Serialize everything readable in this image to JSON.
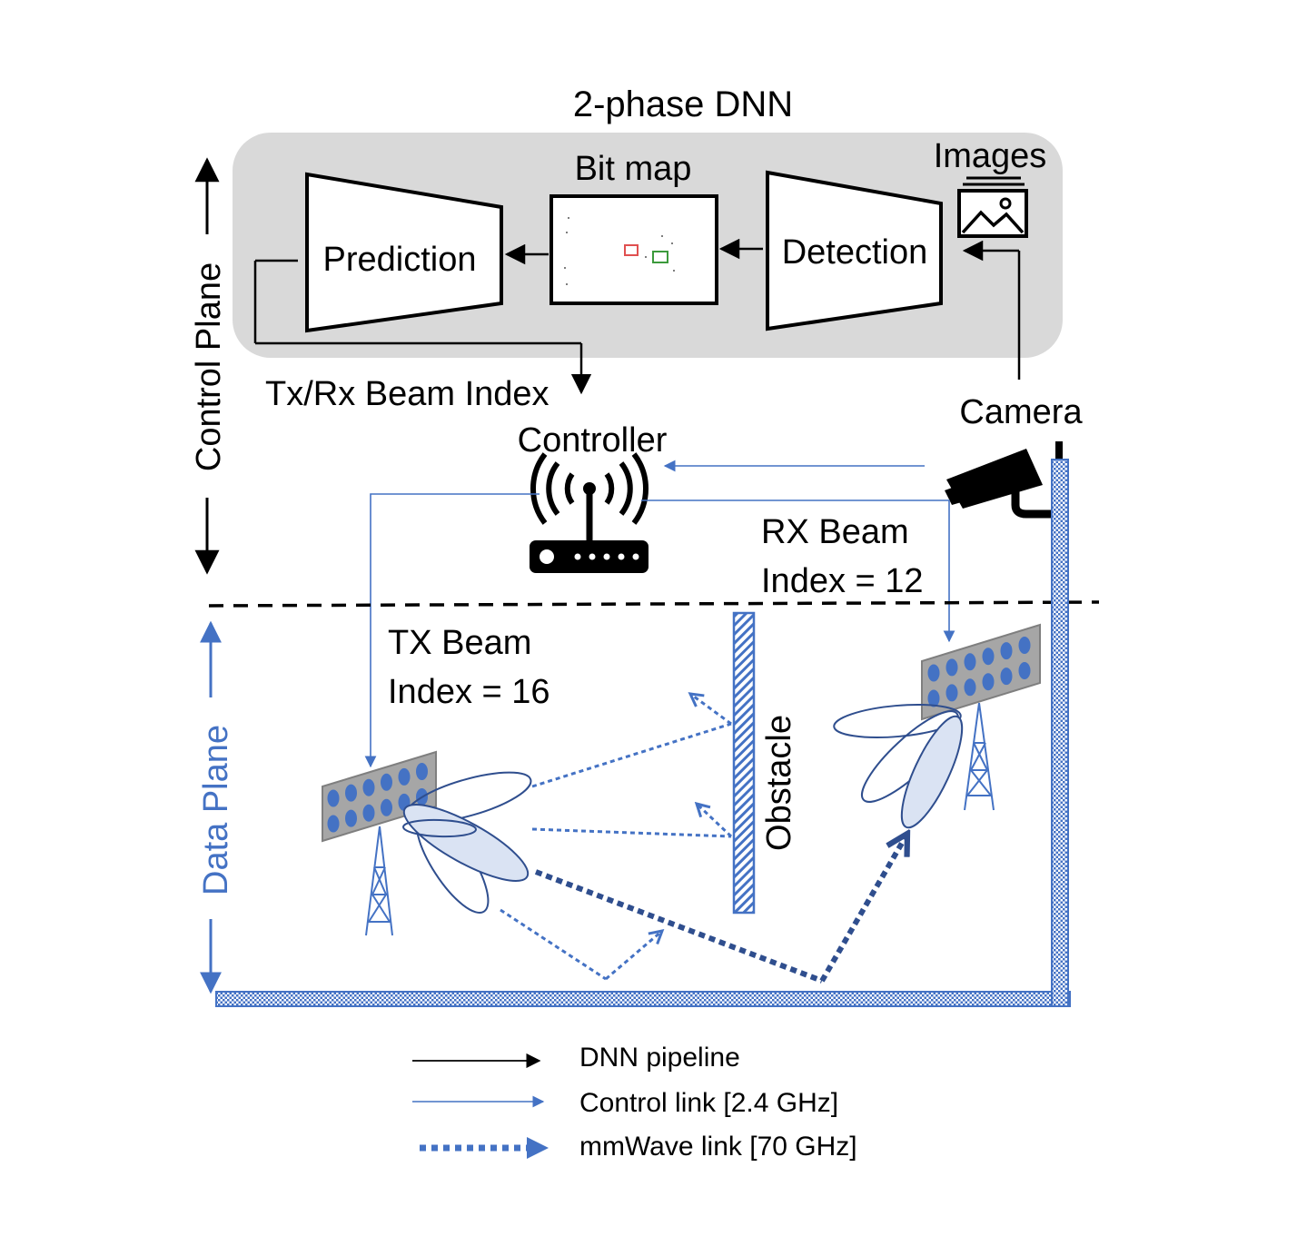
{
  "title": "2-phase DNN",
  "pipeline": {
    "prediction": "Prediction",
    "bitmap": "Bit map",
    "detection": "Detection",
    "images": "Images",
    "output": "Tx/Rx Beam Index"
  },
  "devices": {
    "camera": "Camera",
    "controller": "Controller"
  },
  "planes": {
    "control": "Control Plane",
    "data": "Data Plane"
  },
  "beams": {
    "rx_line1": "RX Beam",
    "rx_line2": "Index = 12",
    "tx_line1": "TX Beam",
    "tx_line2": "Index = 16"
  },
  "obstacle": "Obstacle",
  "legend": {
    "items": [
      {
        "label": "DNN pipeline",
        "style": "black-arrow",
        "color": "#000000"
      },
      {
        "label": "Control link [2.4 GHz]",
        "style": "thin-blue-arrow",
        "color": "#4472C4"
      },
      {
        "label": "mmWave link [70 GHz]",
        "style": "dotted-blue-arrow",
        "color": "#4472C4"
      }
    ]
  },
  "colors": {
    "control_panel": "#D9D9D9",
    "accent_blue": "#4472C4",
    "dark_blue": "#2F4E8E",
    "antenna_panel": "#A6A6A6",
    "beam_fill": "#DAE3F3"
  }
}
